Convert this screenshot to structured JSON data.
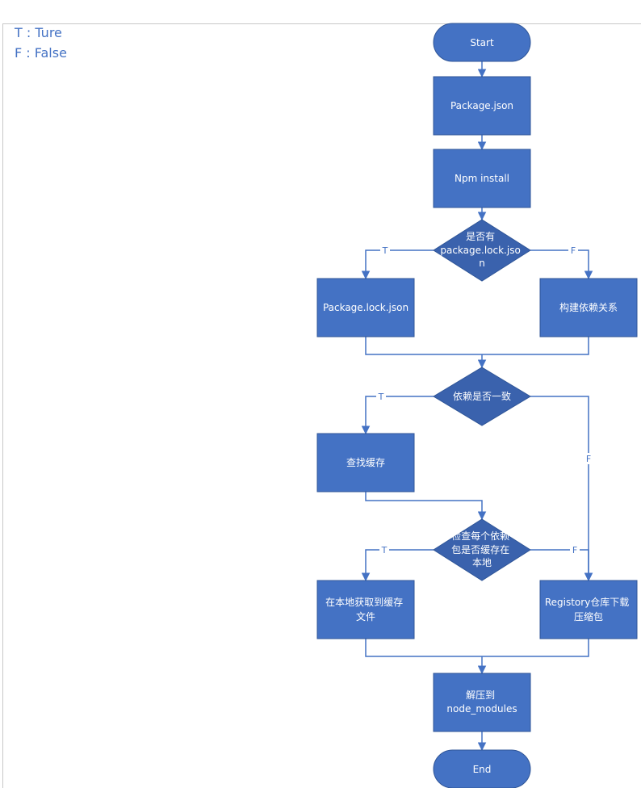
{
  "legend": {
    "true_line": "T : Ture",
    "false_line": "F : False"
  },
  "colors": {
    "fill": "#4472c4",
    "stroke": "#2f5597",
    "diamond": "#3a62ad",
    "line": "#4472c4"
  },
  "nodes": {
    "start": "Start",
    "package_json": "Package.json",
    "npm_install": "Npm install",
    "has_lock": [
      "是否有",
      "package.lock.jso",
      "n"
    ],
    "package_lock": "Package.lock.json",
    "build_deps": "构建依赖关系",
    "deps_match": "依赖是否一致",
    "find_cache": "查找缓存",
    "check_cache": [
      "检查每个依赖",
      "包是否缓存在",
      "本地"
    ],
    "get_local": [
      "在本地获取到缓存",
      "文件"
    ],
    "registry": [
      "Registory仓库下载",
      "压缩包"
    ],
    "extract": [
      "解压到",
      "node_modules"
    ],
    "end": "End"
  },
  "edge_labels": {
    "t": "T",
    "f": "F"
  }
}
